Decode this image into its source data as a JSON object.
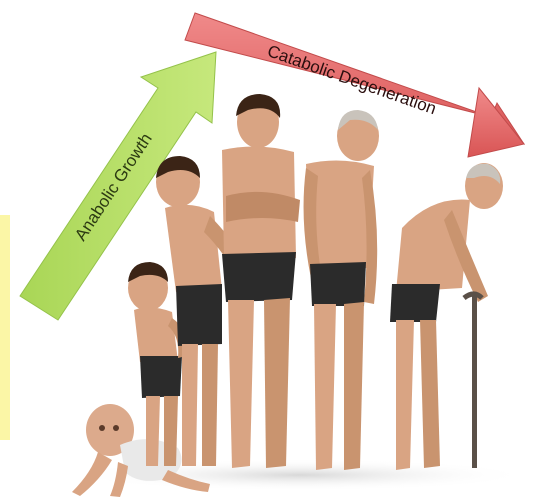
{
  "arrows": {
    "growth": {
      "label": "Anabolic Growth",
      "color": "#b6df63"
    },
    "degeneration": {
      "label": "Catabolic Degeneration",
      "color": "#e96d6d"
    }
  },
  "stages": [
    {
      "name": "baby",
      "pose": "crawling"
    },
    {
      "name": "toddler",
      "pose": "standing"
    },
    {
      "name": "child",
      "pose": "standing"
    },
    {
      "name": "young-man",
      "pose": "arms-crossed"
    },
    {
      "name": "older-man",
      "pose": "standing"
    },
    {
      "name": "elderly-man",
      "pose": "bent-with-cane"
    }
  ],
  "colors": {
    "skin": "#d9a483",
    "skin_shade": "#b07858",
    "shorts": "#2b2b2b",
    "hair_dark": "#3b2416",
    "hair_grey": "#c9c3bb",
    "shadow": "#e8e8e8",
    "cane": "#5a5048",
    "side_highlight": "#fbf6a6"
  }
}
